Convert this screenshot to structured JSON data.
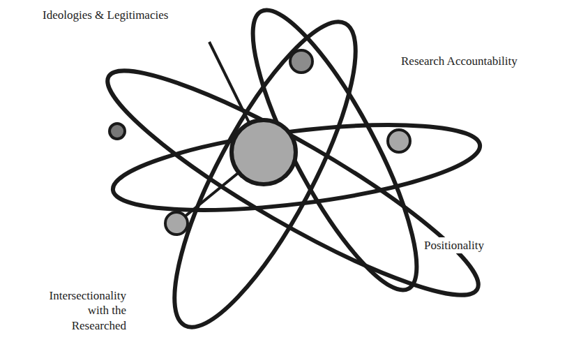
{
  "diagram": {
    "labels": [
      "Ideologies & Legitimacies",
      "Research Accountability",
      "Positionality",
      "Intersectionality with the Researched"
    ]
  }
}
